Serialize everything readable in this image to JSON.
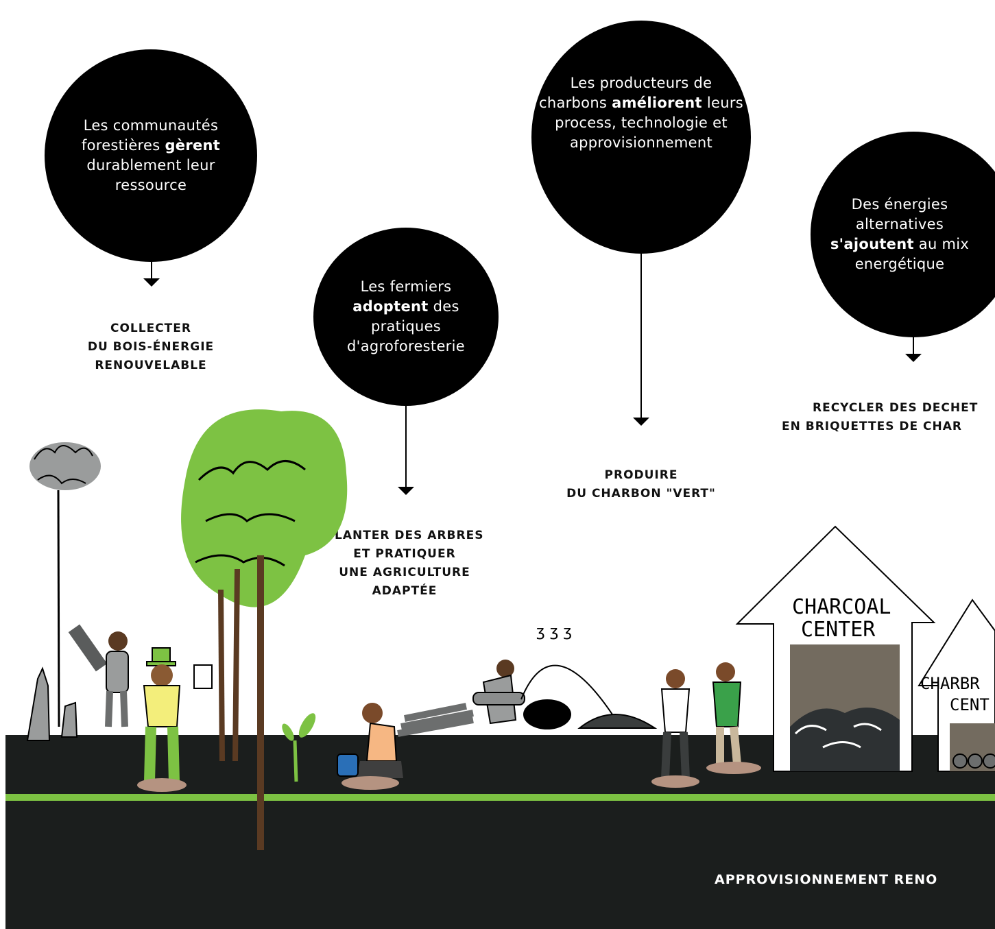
{
  "bubbles": [
    {
      "pre": "Les communautés forestières ",
      "verb": "gèrent",
      "post": " durablement leur ressource"
    },
    {
      "pre": "Les fermiers ",
      "verb": "adoptent",
      "post": " des pratiques d'agroforesterie"
    },
    {
      "pre": "Les producteurs de charbons ",
      "verb": "améliorent",
      "post": " leurs process, technologie et approvisionnement"
    },
    {
      "pre": "Des énergies alternatives ",
      "verb": "s'ajoutent",
      "post": " au mix energétique"
    }
  ],
  "actions": [
    {
      "lines": [
        "COLLECTER",
        "DU BOIS-ÉNERGIE",
        "RENOUVELABLE"
      ]
    },
    {
      "lines": [
        "PLANTER DES ARBRES",
        "ET PRATIQUER",
        "UNE AGRICULTURE",
        "ADAPTÉE"
      ]
    },
    {
      "lines": [
        "PRODUIRE",
        "DU CHARBON \"VERT\""
      ]
    },
    {
      "lines": [
        "RECYCLER DES DECHET",
        "EN BRIQUETTES DE CHAR"
      ]
    }
  ],
  "buildings": {
    "charcoal_center_line1": "CHARCOAL",
    "charcoal_center_line2": "CENTER",
    "charbriquette_line1": "CHARBR",
    "charbriquette_line2": "CENT"
  },
  "footer": "APPROVISIONNEMENT RENO",
  "colors": {
    "ground": "#1b1e1d",
    "accent_green": "#7dc243",
    "bubble": "#000000",
    "tree_green": "#7dc243"
  }
}
